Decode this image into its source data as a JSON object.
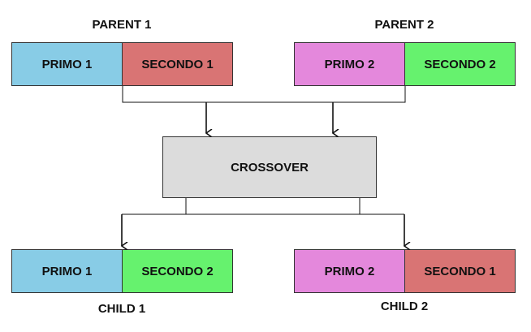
{
  "parents": [
    {
      "title": "PARENT 1",
      "genes": [
        {
          "label": "PRIMO 1",
          "color": "#88CCE6"
        },
        {
          "label": "SECONDO 1",
          "color": "#D97474"
        }
      ]
    },
    {
      "title": "PARENT 2",
      "genes": [
        {
          "label": "PRIMO 2",
          "color": "#E488DC"
        },
        {
          "label": "SECONDO 2",
          "color": "#66F26E"
        }
      ]
    }
  ],
  "operator": {
    "label": "CROSSOVER",
    "color": "#DCDCDC"
  },
  "children": [
    {
      "title": "CHILD 1",
      "genes": [
        {
          "label": "PRIMO 1",
          "color": "#88CCE6"
        },
        {
          "label": "SECONDO 2",
          "color": "#66F26E"
        }
      ]
    },
    {
      "title": "CHILD 2",
      "genes": [
        {
          "label": "PRIMO 2",
          "color": "#E488DC"
        },
        {
          "label": "SECONDO 1",
          "color": "#D97474"
        }
      ]
    }
  ]
}
